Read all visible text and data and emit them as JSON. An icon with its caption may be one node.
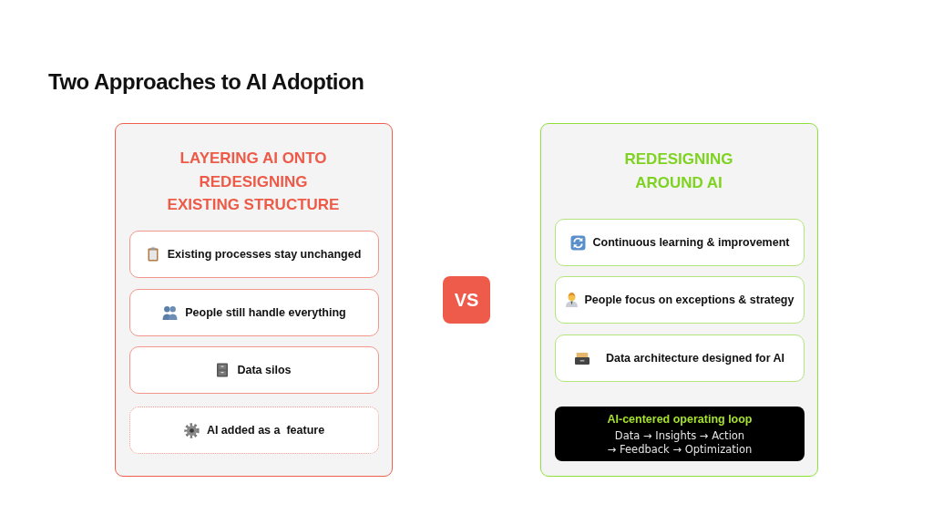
{
  "diagram": {
    "title": "Two Approaches to AI Adoption",
    "nodes": [
      {
        "text": [
          "LAYERING AI ONTO REDESIGNING EXISTING STRUCTURE"
        ]
      },
      {
        "text": [
          "Existing processes stay unchanged"
        ],
        "in": 0
      },
      {
        "text": [
          "People still handle everything"
        ],
        "in": 0
      },
      {
        "text": [
          "Data silos"
        ],
        "in": 0
      },
      {
        "text": [
          "AI added as a  feature"
        ],
        "in": 0
      },
      {
        "text": [
          "VS"
        ]
      },
      {
        "text": [
          "REDESIGNING AROUND AI"
        ]
      },
      {
        "text": [
          "Continuous learning & improvement"
        ],
        "in": 6
      },
      {
        "text": [
          "People focus on exceptions & strategy"
        ],
        "in": 6
      },
      {
        "text": [
          "Data architecture designed for AI"
        ],
        "in": 6
      },
      {
        "text": [
          "AI-centered operating loop",
          "Data → Insights → Action → Feedback → Optimization"
        ],
        "in": 6
      }
    ]
  }
}
